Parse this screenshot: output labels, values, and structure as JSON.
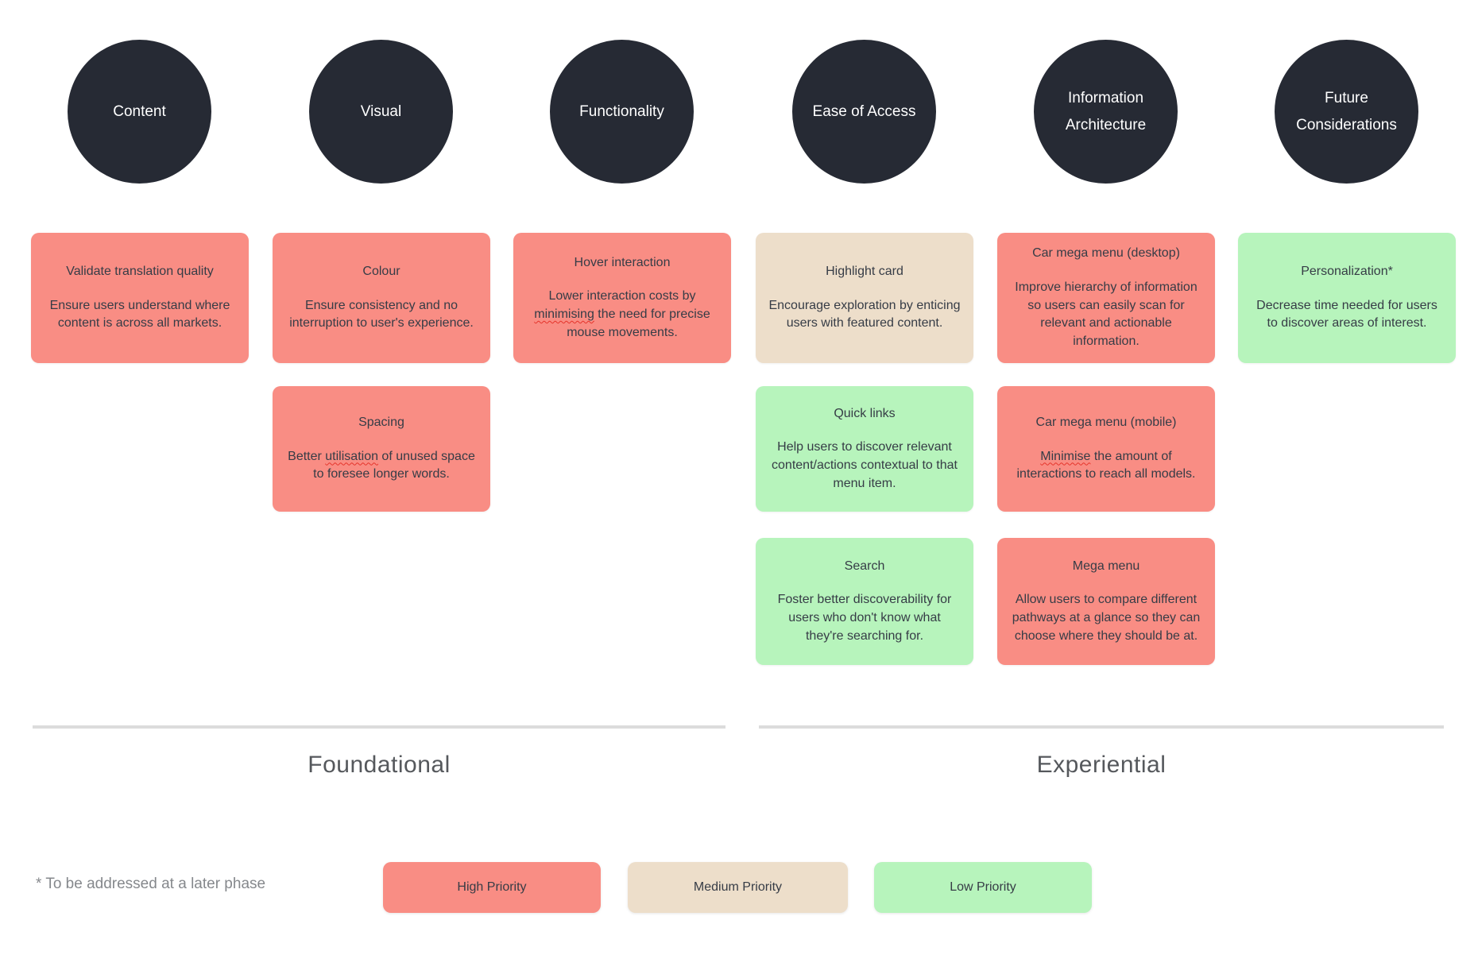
{
  "colors": {
    "canvas_bg": "#ffffff",
    "circle_bg": "#262a34",
    "circle_text": "#ffffff",
    "card_text": "#363c46",
    "high_priority": "#f98d84",
    "medium_priority": "#eddeca",
    "low_priority": "#b7f4bc",
    "divider": "#dcdcdc",
    "section_label": "#55585c",
    "footnote": "#85888c",
    "squiggle": "#e5342b"
  },
  "columns": [
    {
      "circle_label": "Content",
      "cards": [
        {
          "title": "Validate translation quality",
          "body": "Ensure users understand where content is across all markets.",
          "priority": "high",
          "misspellings": []
        }
      ]
    },
    {
      "circle_label": "Visual",
      "cards": [
        {
          "title": "Colour",
          "body": "Ensure consistency and no interruption to user's experience.",
          "priority": "high",
          "misspellings": []
        },
        {
          "title": "Spacing",
          "body": "Better utilisation of unused space to foresee longer words.",
          "priority": "high",
          "misspellings": [
            "utilisation"
          ]
        }
      ]
    },
    {
      "circle_label": "Functionality",
      "cards": [
        {
          "title": "Hover interaction",
          "body": "Lower interaction costs by minimising the need for precise mouse movements.",
          "priority": "high",
          "misspellings": [
            "minimising"
          ]
        }
      ]
    },
    {
      "circle_label": "Ease of Access",
      "cards": [
        {
          "title": "Highlight card",
          "body": "Encourage exploration by enticing users with featured content.",
          "priority": "medium",
          "misspellings": []
        },
        {
          "title": "Quick links",
          "body": "Help users to discover relevant content/actions contextual to that menu item.",
          "priority": "low",
          "misspellings": []
        },
        {
          "title": "Search",
          "body": "Foster better discoverability for users who don't know what they're searching for.",
          "priority": "low",
          "misspellings": []
        }
      ]
    },
    {
      "circle_label": "Information Architecture",
      "cards": [
        {
          "title": "Car mega menu (desktop)",
          "body": "Improve hierarchy of information so users can easily scan for relevant and actionable information.",
          "priority": "high",
          "misspellings": []
        },
        {
          "title": "Car mega menu (mobile)",
          "body": "Minimise the amount of interactions to reach all models.",
          "priority": "high",
          "misspellings": [
            "Minimise"
          ]
        },
        {
          "title": "Mega menu",
          "body": "Allow users to compare different pathways at a glance so they can choose where they should be at.",
          "priority": "high",
          "misspellings": []
        }
      ]
    },
    {
      "circle_label": "Future Considerations",
      "cards": [
        {
          "title": "Personalization*",
          "body": "Decrease time needed for users to discover areas of interest.",
          "priority": "low",
          "misspellings": []
        }
      ]
    }
  ],
  "sections": [
    {
      "label": "Foundational"
    },
    {
      "label": "Experiential"
    }
  ],
  "footnote": "* To be addressed at a later phase",
  "legend": [
    {
      "label": "High Priority",
      "priority": "high"
    },
    {
      "label": "Medium Priority",
      "priority": "medium"
    },
    {
      "label": "Low Priority",
      "priority": "low"
    }
  ]
}
